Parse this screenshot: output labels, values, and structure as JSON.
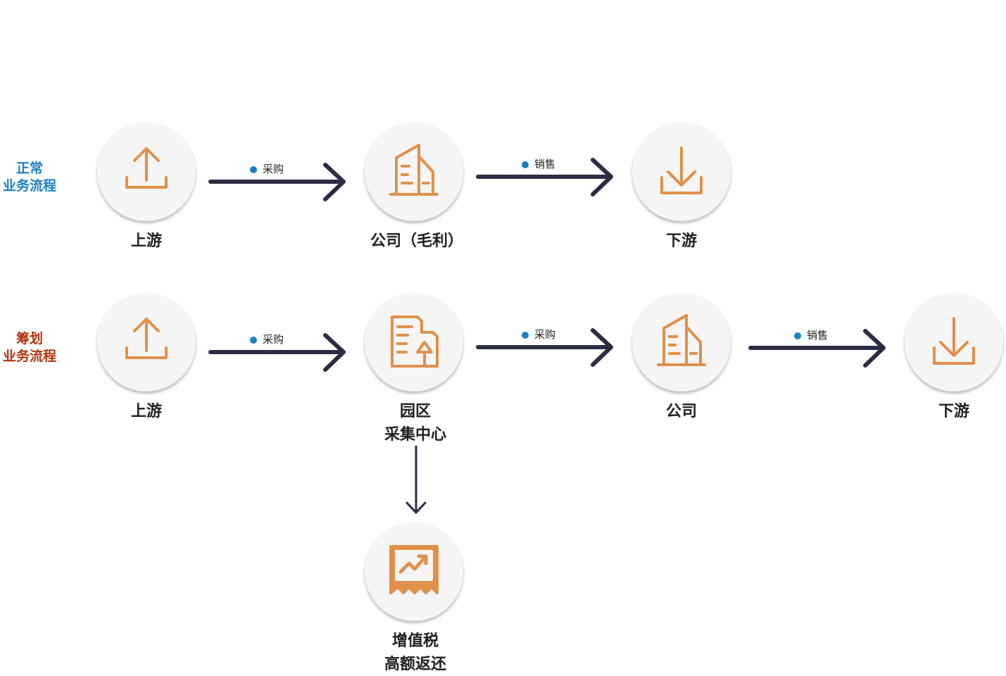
{
  "colors": {
    "normal_label": "#1a80c4",
    "planning_label": "#b4320d",
    "icon": "#e0904a",
    "arrow": "#2b2d42",
    "dot": "#1d7fc2"
  },
  "rows": {
    "normal": {
      "label_lines": [
        "正常",
        "业务流程"
      ],
      "nodes": [
        {
          "icon": "upload-icon",
          "label_lines": [
            "上游"
          ]
        },
        {
          "icon": "company-building-icon",
          "label_lines": [
            "公司（毛利）"
          ]
        },
        {
          "icon": "download-icon",
          "label_lines": [
            "下游"
          ]
        }
      ],
      "edges": [
        {
          "label": "采购"
        },
        {
          "label": "销售"
        }
      ]
    },
    "planning": {
      "label_lines": [
        "筹划",
        "业务流程"
      ],
      "nodes": [
        {
          "icon": "upload-icon",
          "label_lines": [
            "上游"
          ]
        },
        {
          "icon": "park-document-icon",
          "label_lines": [
            "园区",
            "采集中心"
          ]
        },
        {
          "icon": "company-building-icon",
          "label_lines": [
            "公司"
          ]
        },
        {
          "icon": "download-icon",
          "label_lines": [
            "下游"
          ]
        },
        {
          "icon": "growth-chart-icon",
          "label_lines": [
            "增值税",
            "高额返还"
          ]
        }
      ],
      "edges": [
        {
          "label": "采购"
        },
        {
          "label": "采购"
        },
        {
          "label": "销售"
        }
      ]
    }
  }
}
